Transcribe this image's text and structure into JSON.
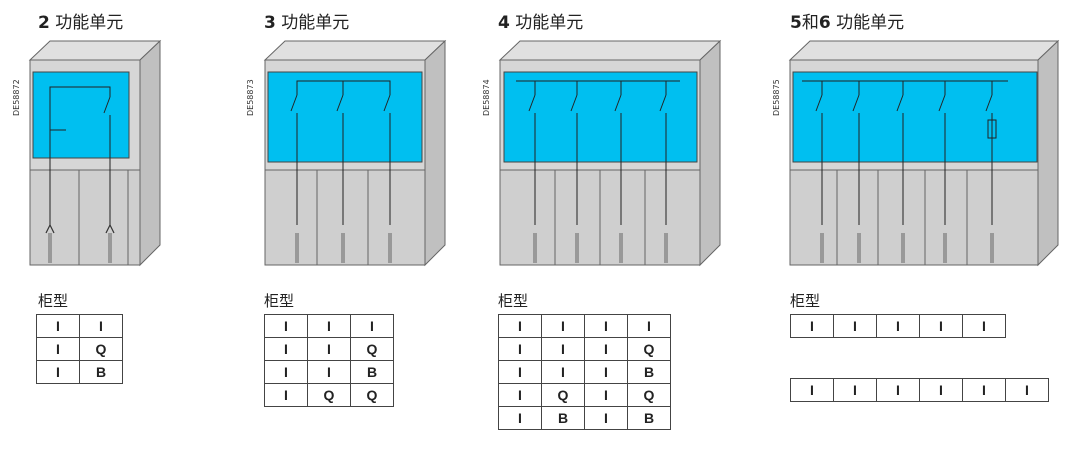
{
  "type_label": "柜型",
  "panels": [
    {
      "title_num": "2",
      "title_text": " 功能单元",
      "code": "DE58872",
      "tables": [
        [
          [
            "I",
            "I"
          ],
          [
            "I",
            "Q"
          ],
          [
            "I",
            "B"
          ]
        ]
      ]
    },
    {
      "title_num": "3",
      "title_text": " 功能单元",
      "code": "DE58873",
      "tables": [
        [
          [
            "I",
            "I",
            "I"
          ],
          [
            "I",
            "I",
            "Q"
          ],
          [
            "I",
            "I",
            "B"
          ],
          [
            "I",
            "Q",
            "Q"
          ]
        ]
      ]
    },
    {
      "title_num": "4",
      "title_text": " 功能单元",
      "code": "DE58874",
      "tables": [
        [
          [
            "I",
            "I",
            "I",
            "I"
          ],
          [
            "I",
            "I",
            "I",
            "Q"
          ],
          [
            "I",
            "I",
            "I",
            "B"
          ],
          [
            "I",
            "Q",
            "I",
            "Q"
          ],
          [
            "I",
            "B",
            "I",
            "B"
          ]
        ]
      ]
    },
    {
      "title_num": "5",
      "title_mid": "和",
      "title_num2": "6",
      "title_text": " 功能单元",
      "code": "DE58875",
      "tables": [
        [
          [
            "I",
            "I",
            "I",
            "I",
            "I"
          ]
        ],
        [
          [
            "I",
            "I",
            "I",
            "I",
            "I",
            "I"
          ]
        ]
      ]
    }
  ],
  "colors": {
    "screen": "#00bff0",
    "cabinet_light": "#dcdcdc",
    "cabinet_mid": "#c8c8c8",
    "cabinet_dark": "#b4b4b4",
    "outline": "#555555"
  }
}
